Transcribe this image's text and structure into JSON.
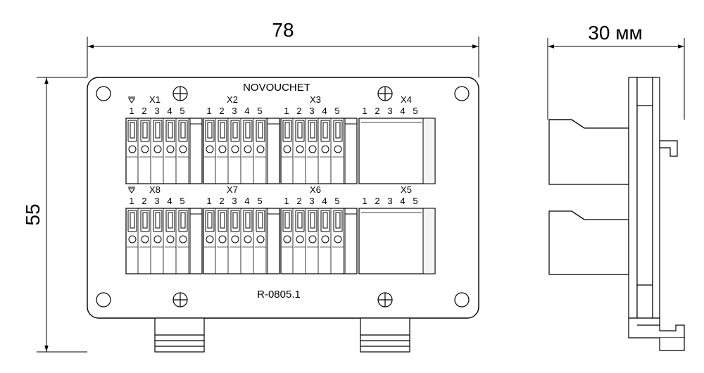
{
  "dimensions": {
    "width": "78",
    "height": "55",
    "depth": "30 мм"
  },
  "board": {
    "brand": "NOVOUCHET",
    "model": "R-0805.1"
  },
  "connectors": [
    {
      "label": "X1",
      "pins": [
        "1",
        "2",
        "3",
        "4",
        "5"
      ],
      "kind": "terminal",
      "marker": true
    },
    {
      "label": "X2",
      "pins": [
        "1",
        "2",
        "3",
        "4",
        "5"
      ],
      "kind": "terminal",
      "marker": false
    },
    {
      "label": "X3",
      "pins": [
        "1",
        "2",
        "3",
        "4",
        "5"
      ],
      "kind": "terminal",
      "marker": false
    },
    {
      "label": "X4",
      "pins": [
        "1",
        "2",
        "3",
        "4",
        "5"
      ],
      "kind": "socket",
      "marker": false
    },
    {
      "label": "X8",
      "pins": [
        "1",
        "2",
        "3",
        "4",
        "5"
      ],
      "kind": "terminal",
      "marker": true
    },
    {
      "label": "X7",
      "pins": [
        "1",
        "2",
        "3",
        "4",
        "5"
      ],
      "kind": "terminal",
      "marker": false
    },
    {
      "label": "X6",
      "pins": [
        "1",
        "2",
        "3",
        "4",
        "5"
      ],
      "kind": "terminal",
      "marker": false
    },
    {
      "label": "X5",
      "pins": [
        "1",
        "2",
        "3",
        "4",
        "5"
      ],
      "kind": "socket",
      "marker": false
    }
  ],
  "colors": {
    "line": "#000000",
    "background": "#ffffff",
    "socket_fill": "#f4f4f4"
  }
}
